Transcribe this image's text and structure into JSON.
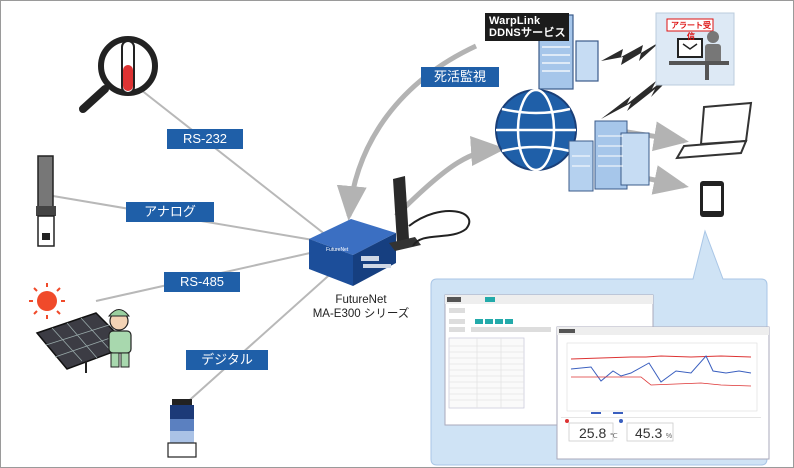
{
  "connections": {
    "rs232": "RS-232",
    "analog": "アナログ",
    "rs485": "RS-485",
    "digital": "デジタル"
  },
  "device": {
    "caption_line1": "FutureNet",
    "caption_line2": "MA-E300 シリーズ"
  },
  "cloud": {
    "ddns_line1": "WarpLink",
    "ddns_line2": "DDNSサービス",
    "monitor_label": "死活監視",
    "alert_label": "アラート受信"
  },
  "dashboard": {
    "reading_1": {
      "value": "25.8",
      "unit": "℃"
    },
    "reading_2": {
      "value": "45.3",
      "unit": "%"
    }
  },
  "colors": {
    "label_blue": "#1f5fa8",
    "bubble_bg": "#cfe3f5",
    "router_blue": "#1c4e9a",
    "signal_dark": "#2b2b2b"
  }
}
